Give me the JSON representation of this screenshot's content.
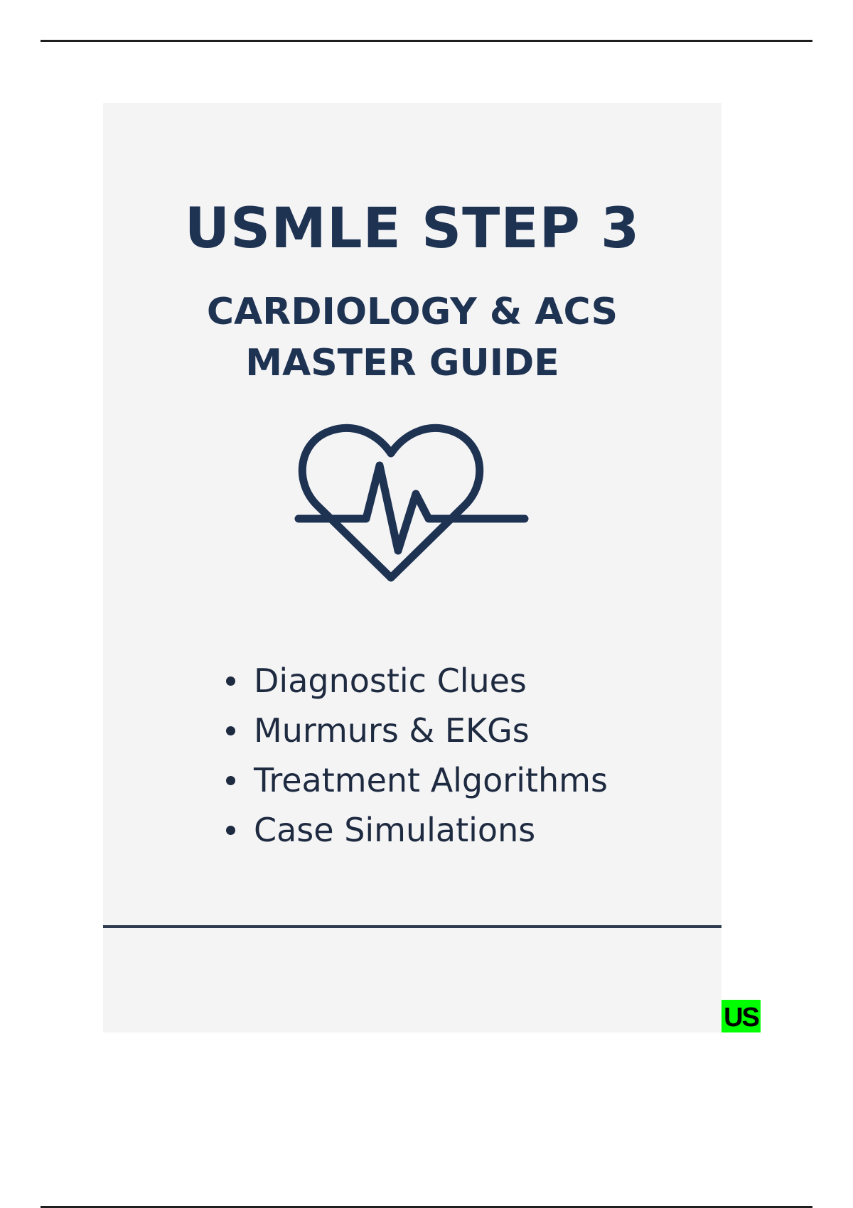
{
  "document": {
    "cover": {
      "title": "USMLE STEP 3",
      "subtitle_lines": [
        "CARDIOLOGY & ACS",
        "MASTER GUIDE"
      ],
      "icon": "heart-ekg-icon",
      "features": [
        "Diagnostic Clues",
        "Murmurs & EKGs",
        "Treatment Algorithms",
        "Case Simulations"
      ]
    },
    "badge": {
      "label": "US",
      "color": "#00ff00"
    },
    "colors": {
      "title": "#1e3252",
      "cover_background": "#f4f4f5",
      "divider": "#2e3a4e",
      "page_rule": "#1f1f1f"
    }
  }
}
